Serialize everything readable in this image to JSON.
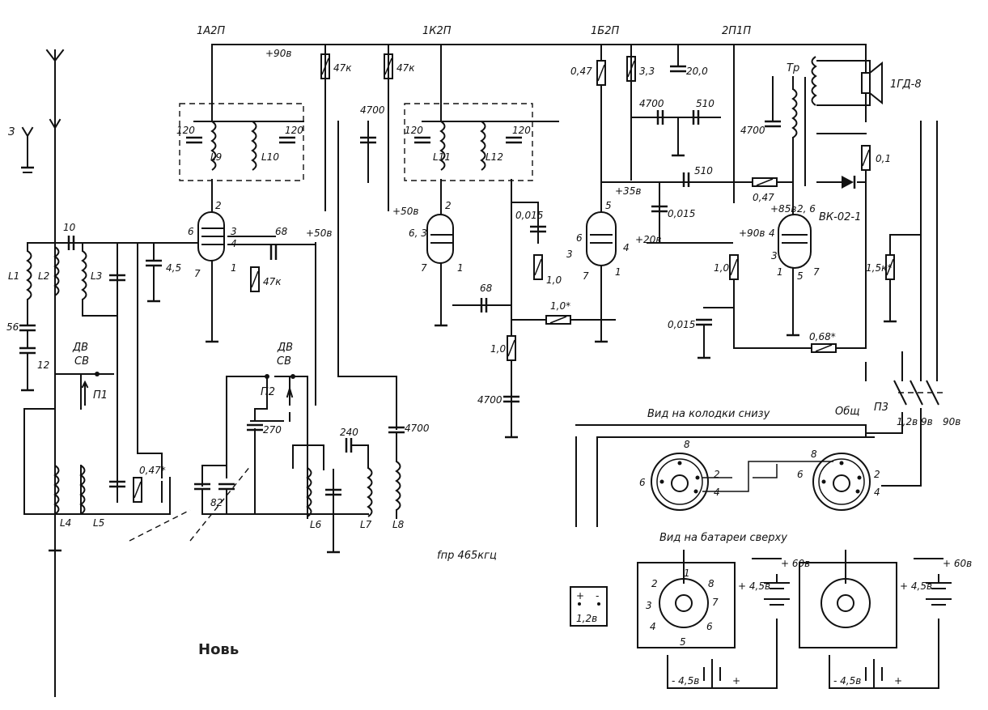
{
  "brand": "Новь",
  "tubes": {
    "t1": "1А2П",
    "t2": "1К2П",
    "t3": "1Б2П",
    "t4": "2П1П"
  },
  "voltages": {
    "v90_top": "+90в",
    "v50_a": "+50в",
    "v50_b": "+50в",
    "v35": "+35в",
    "v20": "+20в",
    "v85": "+85в",
    "v90_mid": "+90в"
  },
  "resistors": {
    "r47k_a": "47к",
    "r47k_b": "47к",
    "r047_top": "0,47",
    "r33": "3,3",
    "r47k_grid": "47к",
    "r10_pot": "1,0",
    "r10x": "1,0*",
    "r10_v": "1,0",
    "r047_f": "0,47",
    "r10_out": "1,0",
    "r068": "0,68*",
    "r01": "0,1",
    "r15k": "1,5к*",
    "r047_in": "0,47*"
  },
  "capacitors": {
    "c4700_a": "4700",
    "c4700_b": "4700",
    "c4700_c": "4700",
    "c4700_d": "4700",
    "c4700_e": "4700",
    "c20": "20,0",
    "c510_a": "510",
    "c510_b": "510",
    "c0015_a": "0,015",
    "c0015_b": "0,015",
    "c0015_c": "0,015",
    "c68_a": "68",
    "c68_b": "68",
    "c120_1": "120",
    "c120_2": "120",
    "c120_3": "120",
    "c120_4": "120",
    "c10": "10",
    "c56": "56",
    "c12": "12",
    "c45": "4,5",
    "c270": "270",
    "c240": "240",
    "c82": "82"
  },
  "coils": {
    "L1": "L1",
    "L2": "L2",
    "L3": "L3",
    "L4": "L4",
    "L5": "L5",
    "L6": "L6",
    "L7": "L7",
    "L8": "L8",
    "L9": "L9",
    "L10": "L10",
    "L11": "L11",
    "L12": "L12"
  },
  "pins": {
    "p2a": "2",
    "p6a": "6",
    "p3a": "3",
    "p4a": "4",
    "p7a": "7",
    "p1a": "1",
    "p2b": "2",
    "p63": "6, 3",
    "p7b": "7",
    "p1b": "1",
    "p5c": "5",
    "p6c": "6",
    "p3c": "3",
    "p4c": "4",
    "p7c": "7",
    "p1c": "1",
    "p26": "2, 6",
    "p4d": "4",
    "p3d": "3",
    "p1d": "1",
    "p5d": "5",
    "p7d": "7"
  },
  "switch_labels": {
    "dv1": "ДВ",
    "sv1": "СВ",
    "p1": "П1",
    "dv2": "ДВ",
    "sv2": "СВ",
    "p2": "П2",
    "p3": "П3",
    "obsh": "Общ",
    "v12": "1,2в",
    "v9": "9в",
    "v90sw": "90в"
  },
  "misc": {
    "tr": "Тр",
    "speaker": "1ГД-8",
    "vk": "ВК-02-1",
    "ground_label": "З",
    "fpr": "fпр 465кгц",
    "battery_box": "1,2в",
    "plus": "+",
    "minus": "-"
  },
  "captions": {
    "bottom_view": "Вид на колодки снизу",
    "top_view": "Вид на батареи сверху"
  },
  "battery_labels": {
    "v60_a": "+ 60в",
    "v45_a": "+ 4,5в",
    "v45m_a": "- 4,5в",
    "plus_a": "+",
    "v60_b": "+ 60в",
    "v45_b": "+ 4,5в",
    "v45m_b": "- 4,5в",
    "plus_b": "+"
  },
  "socket_pins": {
    "s8a": "8",
    "s6a": "6",
    "s2a": "2",
    "s4a": "4",
    "s8b": "8",
    "s6b": "6",
    "s2b": "2",
    "s4b": "4"
  },
  "battery_pins": {
    "b1": "1",
    "b2": "2",
    "b8": "8",
    "b3": "3",
    "b7": "7",
    "b4": "4",
    "b6": "6",
    "b5": "5"
  }
}
